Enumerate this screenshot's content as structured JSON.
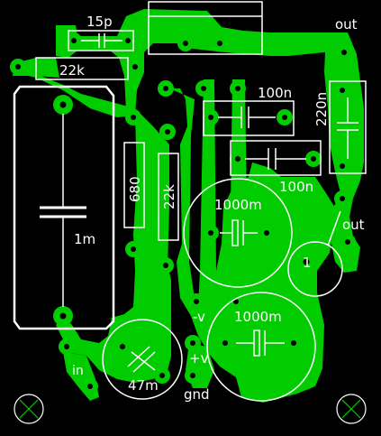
{
  "colors": {
    "background": "#000000",
    "copper": "#00cc00",
    "pad_hole": "#000000",
    "silkscreen": "#ffffff"
  },
  "labels": {
    "c_15p": "15p",
    "r_22k_top": "22k",
    "r_680": "680",
    "r_22k_mid": "22k",
    "c_1m": "1m",
    "c_100n_a": "100n",
    "c_100n_b": "100n",
    "c_220n": "220n",
    "c_1000m_a": "1000m",
    "c_1000m_b": "1000m",
    "c_47m": "47m",
    "out_top": "out",
    "out_right": "out",
    "minus_v": "-v",
    "plus_v": "+v",
    "gnd": "gnd",
    "in": "in",
    "ic_pin": "1"
  }
}
